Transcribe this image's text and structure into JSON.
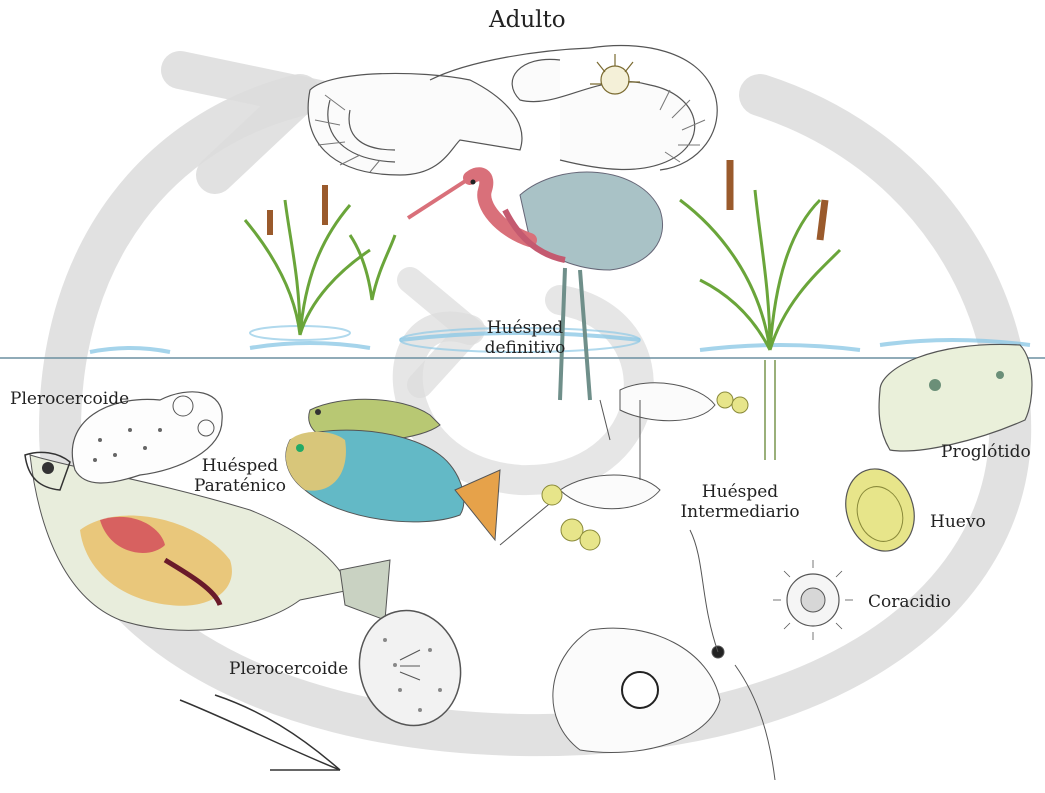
{
  "labels": {
    "adulto": "Adulto",
    "huesped_definitivo_1": "Huésped",
    "huesped_definitivo_2": "definitivo",
    "plerocercoide_top": "Plerocercoide",
    "huesped_paratenico_1": "Huésped",
    "huesped_paratenico_2": "Paraténico",
    "huesped_intermediario_1": "Huésped",
    "huesped_intermediario_2": "Intermediario",
    "proglotido": "Proglótido",
    "huevo": "Huevo",
    "coracidio": "Coracidio",
    "plerocercoide_bottom": "Plerocercoide"
  },
  "colors": {
    "cycle_arrow": "#d9d9d9",
    "water": "#8ec9e6",
    "heron_body": "#8fb0b8",
    "heron_head": "#d9707a",
    "reed": "#6aa53a",
    "cattail": "#9a5a2c",
    "fish_green": "#b8c873",
    "fish_blue": "#4fb6c9",
    "fish_orange": "#e6a24a",
    "egg": "#e7e58a",
    "ink": "#333333"
  }
}
